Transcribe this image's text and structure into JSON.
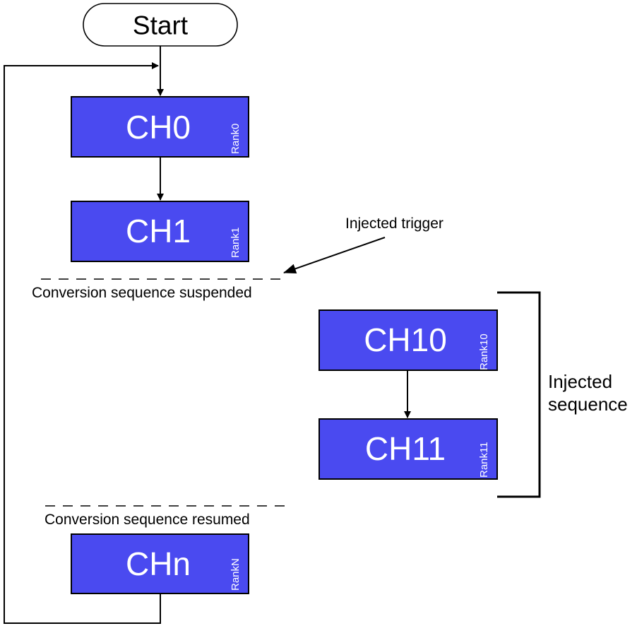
{
  "start": {
    "label": "Start"
  },
  "channels": [
    {
      "name": "CH0",
      "rank": "Rank0"
    },
    {
      "name": "CH1",
      "rank": "Rank1"
    },
    {
      "name": "CH10",
      "rank": "Rank10"
    },
    {
      "name": "CH11",
      "rank": "Rank11"
    },
    {
      "name": "CHn",
      "rank": "RankN"
    }
  ],
  "annotations": {
    "injected_trigger": "Injected trigger",
    "suspended": "Conversion sequence suspended",
    "resumed": "Conversion sequence resumed",
    "injected_sequence_line1": "Injected",
    "injected_sequence_line2": "sequence"
  },
  "colors": {
    "box_fill": "#4a4af0",
    "box_text": "#ffffff",
    "line": "#000000"
  }
}
